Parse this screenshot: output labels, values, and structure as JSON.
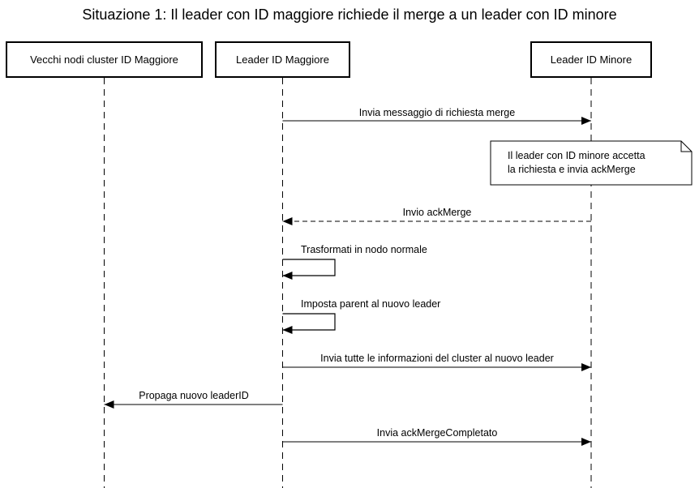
{
  "title": "Situazione 1: Il leader con ID maggiore richiede il merge a un leader con ID minore",
  "participants": [
    {
      "id": "old",
      "label": "Vecchi nodi cluster ID Maggiore"
    },
    {
      "id": "major",
      "label": "Leader ID Maggiore"
    },
    {
      "id": "minor",
      "label": "Leader ID Minore"
    }
  ],
  "messages": [
    {
      "from": "major",
      "to": "minor",
      "label": "Invia messaggio di richiesta merge",
      "style": "solid"
    },
    {
      "from": "minor",
      "to": "major",
      "label": "Invio ackMerge",
      "style": "dashed"
    },
    {
      "from": "major",
      "to": "major",
      "label": "Trasformati in nodo normale",
      "style": "self"
    },
    {
      "from": "major",
      "to": "major",
      "label": "Imposta parent al nuovo leader",
      "style": "self"
    },
    {
      "from": "major",
      "to": "minor",
      "label": "Invia tutte le informazioni del cluster al nuovo leader",
      "style": "solid"
    },
    {
      "from": "major",
      "to": "old",
      "label": "Propaga nuovo leaderID",
      "style": "solid"
    },
    {
      "from": "major",
      "to": "minor",
      "label": "Invia ackMergeCompletato",
      "style": "solid"
    }
  ],
  "note": {
    "lines": [
      "Il leader con ID minore accetta",
      "la richiesta e invia ackMerge"
    ]
  }
}
